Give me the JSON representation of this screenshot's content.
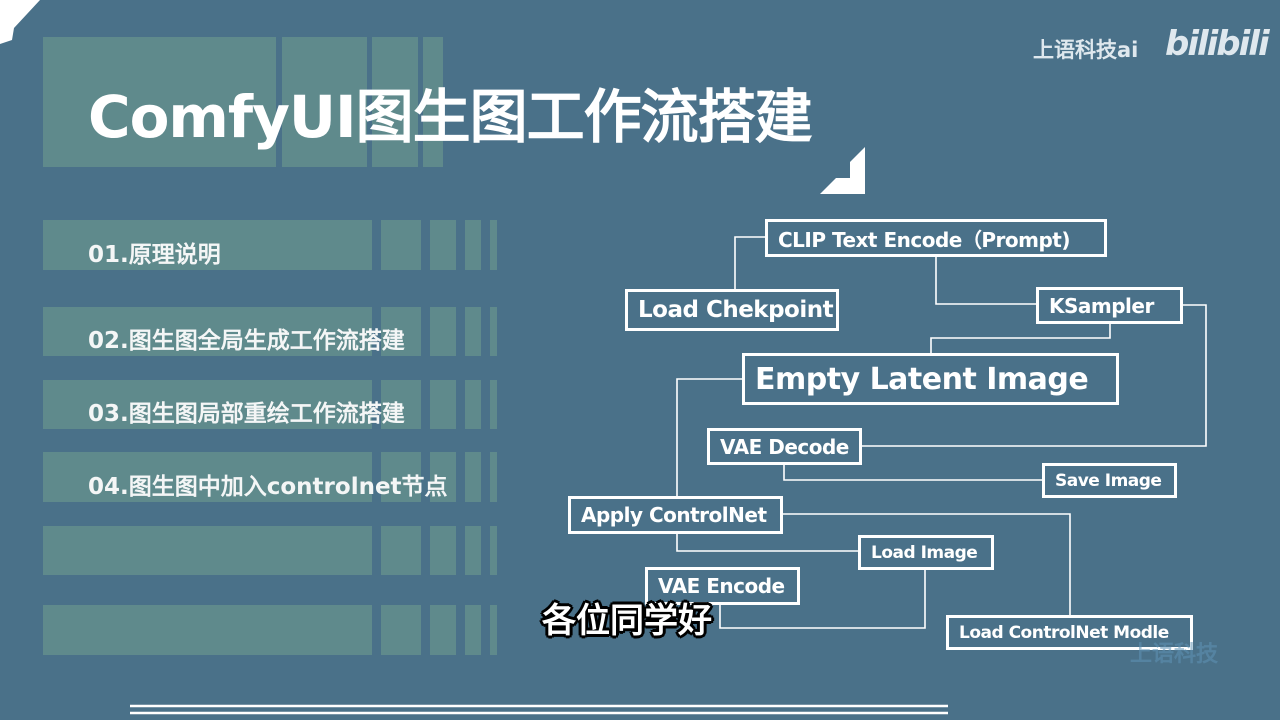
{
  "title": "ComfyUI图生图工作流搭建",
  "brand": {
    "text": "上语科技ai",
    "logo": "bilibili"
  },
  "menu": [
    {
      "label": "01.原理说明"
    },
    {
      "label": "02.图生图全局生成工作流搭建"
    },
    {
      "label": "03.图生图局部重绘工作流搭建"
    },
    {
      "label": "04.图生图中加入controlnet节点"
    }
  ],
  "diagram": {
    "nodes": {
      "clip": "CLIP Text Encode（Prompt)",
      "checkpoint": "Load Chekpoint",
      "ksampler": "KSampler",
      "latent": "Empty Latent Image",
      "vae_decode": "VAE Decode",
      "save": "Save Image",
      "apply_cn": "Apply ControlNet",
      "load_image": "Load Image",
      "vae_encode": "VAE Encode",
      "load_cn": "Load ControlNet Modle"
    }
  },
  "subtitle": "各位同学好",
  "watermark": "上语科技",
  "colors": {
    "background": "#4a7189",
    "panel": "#5f8a8c",
    "line": "#ffffff"
  }
}
